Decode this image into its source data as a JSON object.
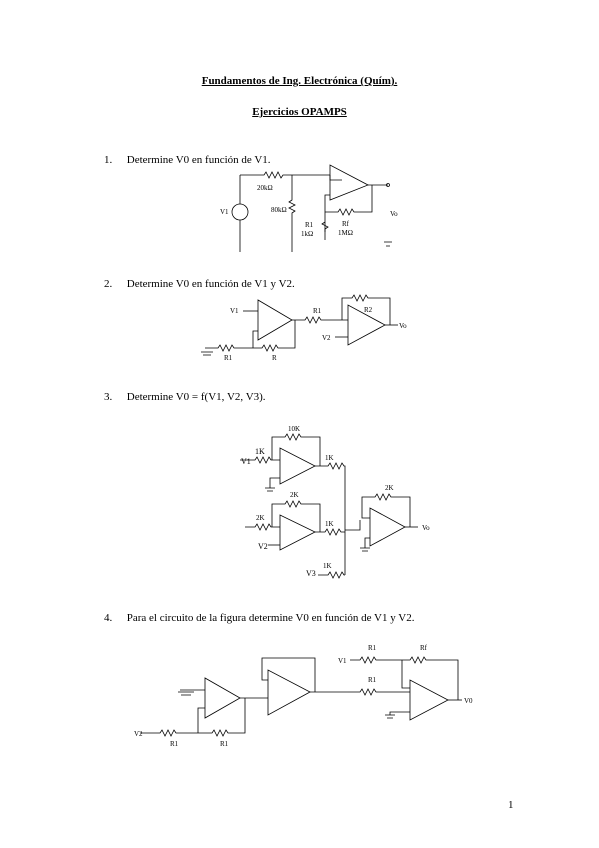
{
  "header": {
    "title": "Fundamentos de Ing. Electrónica (Quím).",
    "subtitle": "Ejercicios OPAMPS"
  },
  "questions": [
    {
      "number": "1.",
      "text": "Determine V0 en función de V1."
    },
    {
      "number": "2.",
      "text": "Determine V0 en función de V1 y V2."
    },
    {
      "number": "3.",
      "text": "Determine V0 = f(V1, V2, V3)."
    },
    {
      "number": "4.",
      "text": "Para el circuito de la figura determine V0 en función de V1 y V2."
    }
  ],
  "circuit1": {
    "r_series": "20kΩ",
    "r_shunt": "80kΩ",
    "r_ground": "1kΩ",
    "r_feedback": "1MΩ",
    "r_ground_name": "R1",
    "r_feedback_name": "Rf",
    "source": "V1",
    "output": "Vo"
  },
  "circuit2": {
    "in1": "V1",
    "in2": "V2",
    "r1": "R1",
    "r2": "R2",
    "r_bottom1": "R1",
    "r_bottom2": "R",
    "output": "Vo"
  },
  "circuit3": {
    "r_in1": "1K",
    "r_f1": "10K",
    "r_in2": "2K",
    "r_f2": "2K",
    "r_out1": "1K",
    "r_out2": "1K",
    "r_out3": "1K",
    "r_f3": "2K",
    "in1": "V1",
    "in2": "V2",
    "in3": "V3",
    "output": "Vo"
  },
  "circuit4": {
    "in1": "V1",
    "in2": "V2",
    "r_a": "R1",
    "r_b": "Rf",
    "r_c": "R1",
    "r_d": "R1",
    "r_e": "R1",
    "output": "V0"
  },
  "page_number": "1"
}
